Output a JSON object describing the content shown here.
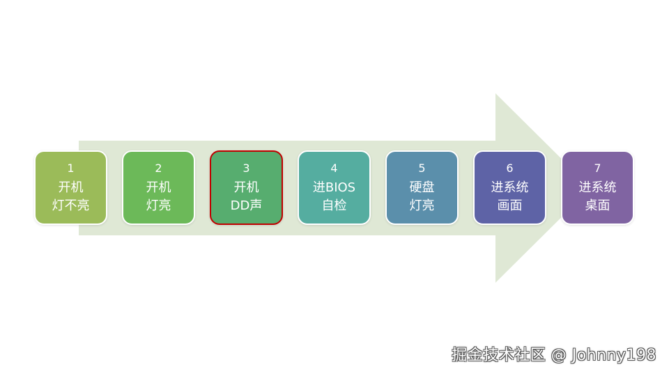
{
  "arrow_color": "#dfe8d5",
  "steps": [
    {
      "num": "1",
      "line1": "开机",
      "line2": "灯不亮",
      "color": "#9bbb59",
      "highlight": false
    },
    {
      "num": "2",
      "line1": "开机",
      "line2": "灯亮",
      "color": "#6cb959",
      "highlight": false
    },
    {
      "num": "3",
      "line1": "开机",
      "line2": "DD声",
      "color": "#57ad6f",
      "highlight": true
    },
    {
      "num": "4",
      "line1": "进BIOS",
      "line2": "自检",
      "color": "#55ada0",
      "highlight": false
    },
    {
      "num": "5",
      "line1": "硬盘",
      "line2": "灯亮",
      "color": "#5b8fab",
      "highlight": false
    },
    {
      "num": "6",
      "line1": "进系统",
      "line2": "画面",
      "color": "#5e63a6",
      "highlight": false
    },
    {
      "num": "7",
      "line1": "进系统",
      "line2": "桌面",
      "color": "#8064a2",
      "highlight": false
    }
  ],
  "watermark": "掘金技术社区 @ Johnny198"
}
